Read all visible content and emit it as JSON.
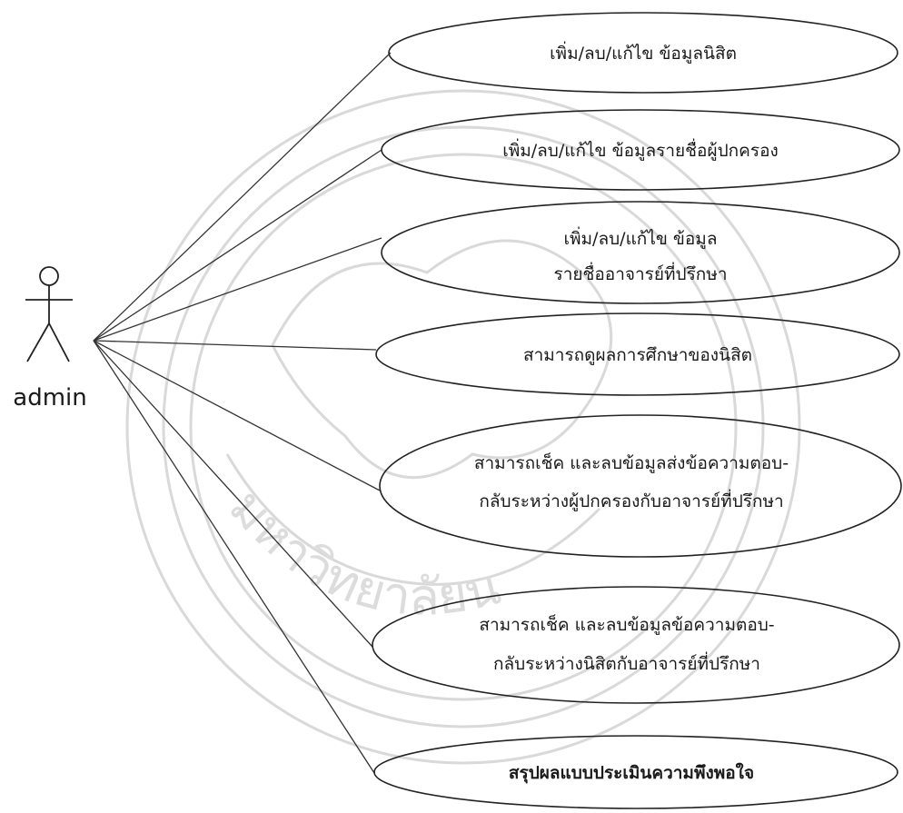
{
  "actor": {
    "name": "admin"
  },
  "use_cases": [
    {
      "lines": [
        "เพิ่ม/ลบ/แก้ไข ข้อมูลนิสิต"
      ]
    },
    {
      "lines": [
        "เพิ่ม/ลบ/แก้ไข ข้อมูลรายชื่อผู้ปกครอง"
      ]
    },
    {
      "lines": [
        "เพิ่ม/ลบ/แก้ไข ข้อมูล",
        "รายชื่ออาจารย์ที่ปรึกษา"
      ]
    },
    {
      "lines": [
        "สามารถดูผลการศึกษาของนิสิต"
      ]
    },
    {
      "lines": [
        "สามารถเช็ค และลบข้อมูลส่งข้อความตอบ-",
        "กลับระหว่างผู้ปกครองกับอาจารย์ที่ปรึกษา"
      ]
    },
    {
      "lines": [
        "สามารถเช็ค และลบข้อมูลข้อความตอบ-",
        "กลับระหว่างนิสิตกับอาจารย์ที่ปรึกษา"
      ]
    },
    {
      "lines": [
        "สรุปผลแบบประเมินความพึงพอใจ"
      ]
    }
  ],
  "watermark": {
    "text": "มหาวิทยาลัยนเรศวร"
  }
}
